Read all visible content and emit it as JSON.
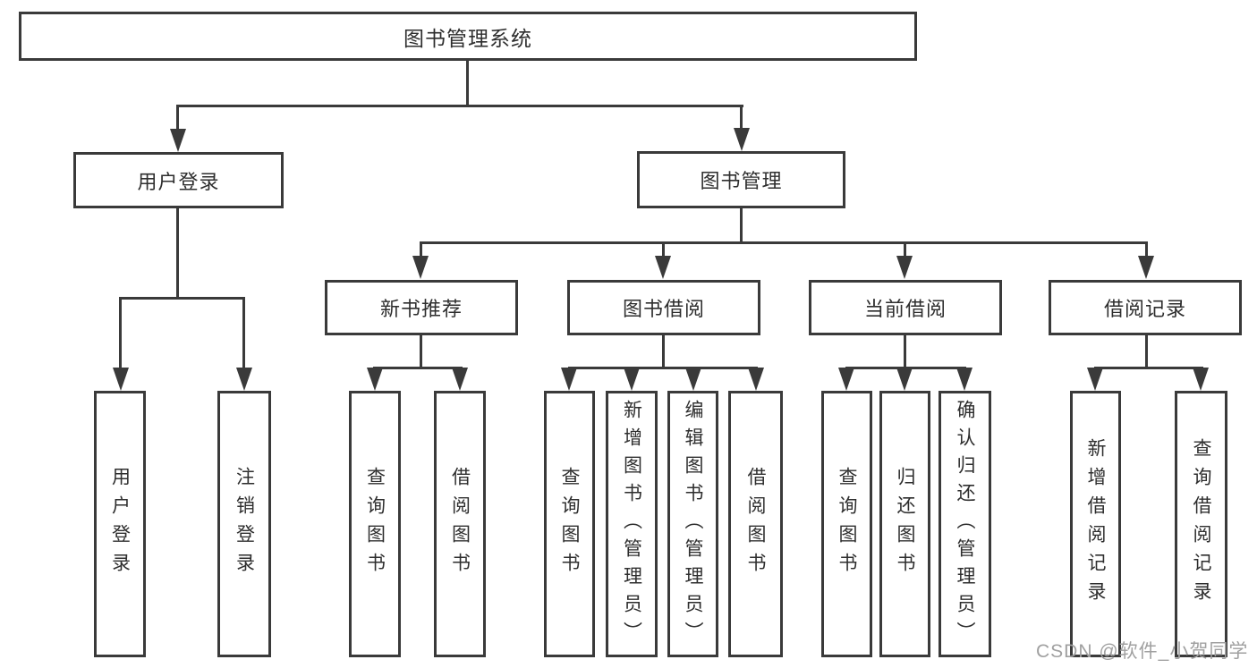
{
  "diagram": {
    "title_node": "图书管理系统",
    "colors": {
      "line": "#3a3a3a",
      "box_border": "#3a3a3a",
      "text": "#2e2e2e",
      "background": "#ffffff",
      "watermark": "#a0a0a0"
    },
    "watermark": "CSDN @软件_小贺同学"
  },
  "nodes": {
    "root": "图书管理系统",
    "userLogin": "用户登录",
    "bookMgmt": "图书管理",
    "newBookRec": "新书推荐",
    "bookBorrow": "图书借阅",
    "currentBorrow": "当前借阅",
    "borrowRecord": "借阅记录",
    "leafUserLogin": "用户登录",
    "leafLogout": "注销登录",
    "leafRecQuery": "查询图书",
    "leafRecBorrow": "借阅图书",
    "leafBorrowQuery": "查询图书",
    "leafBorrowAdd": "新增图书（管理员）",
    "leafBorrowEdit": "编辑图书（管理员）",
    "leafBorrowBorrow": "借阅图书",
    "leafCurQuery": "查询图书",
    "leafCurReturn": "归还图书",
    "leafCurConfirm": "确认归还（管理员）",
    "leafRecordAdd": "新增借阅记录",
    "leafRecordQuery": "查询借阅记录"
  }
}
